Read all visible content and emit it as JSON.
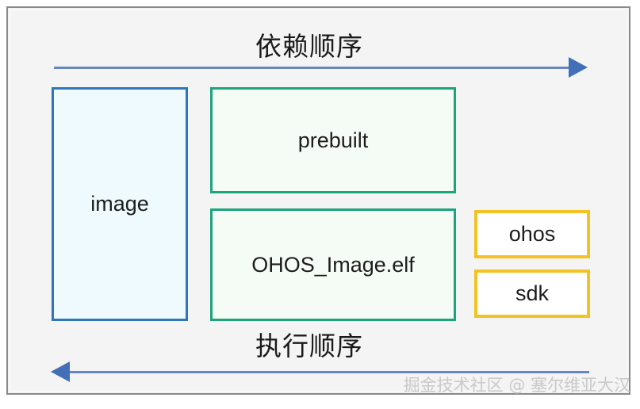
{
  "diagram": {
    "title_top": "依赖顺序",
    "title_bottom": "执行顺序",
    "watermark": "掘金技术社区 @ 塞尔维亚大汉",
    "colors": {
      "blue_border": "#2e75bb",
      "blue_fill": "#eefafd",
      "green_border": "#1ba57c",
      "green_fill": "#f5fbf5",
      "yellow_border": "#f2c322",
      "yellow_fill": "#ffffff",
      "arrow": "#4270b8",
      "background": "#f4f4f4",
      "frame_border": "#8a8a8a",
      "watermark": "#c9c9c9"
    },
    "boxes": {
      "image": "image",
      "prebuilt": "prebuilt",
      "ohos_image_elf": "OHOS_Image.elf",
      "ohos": "ohos",
      "sdk": "sdk"
    },
    "arrows": {
      "top_direction": "right",
      "bottom_direction": "left"
    }
  }
}
